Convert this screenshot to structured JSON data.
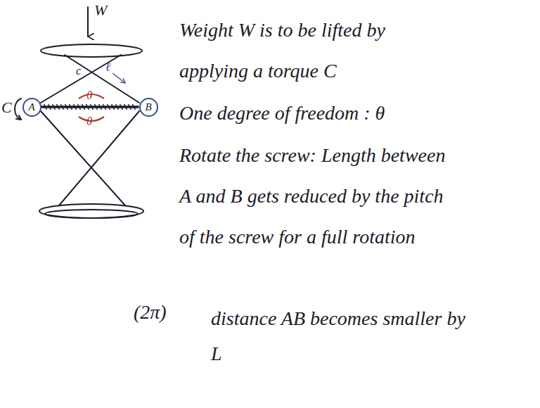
{
  "diagram": {
    "nodes": [
      {
        "text": [
          "A"
        ]
      },
      {
        "text": [
          "B"
        ]
      }
    ],
    "edges": [
      {
        "from": 0,
        "to": 1,
        "arrow": "none"
      }
    ],
    "labels": [
      "W",
      "C",
      "c",
      "ℓ",
      "θ",
      "θ",
      "Weight W is to be lifted by applying a torque C",
      "One degree of freedom : θ",
      "Rotate the screw: Length between A and B gets reduced by the pitch of the screw for a full rotation",
      "(2π)",
      "distance AB becomes smaller by L"
    ]
  }
}
